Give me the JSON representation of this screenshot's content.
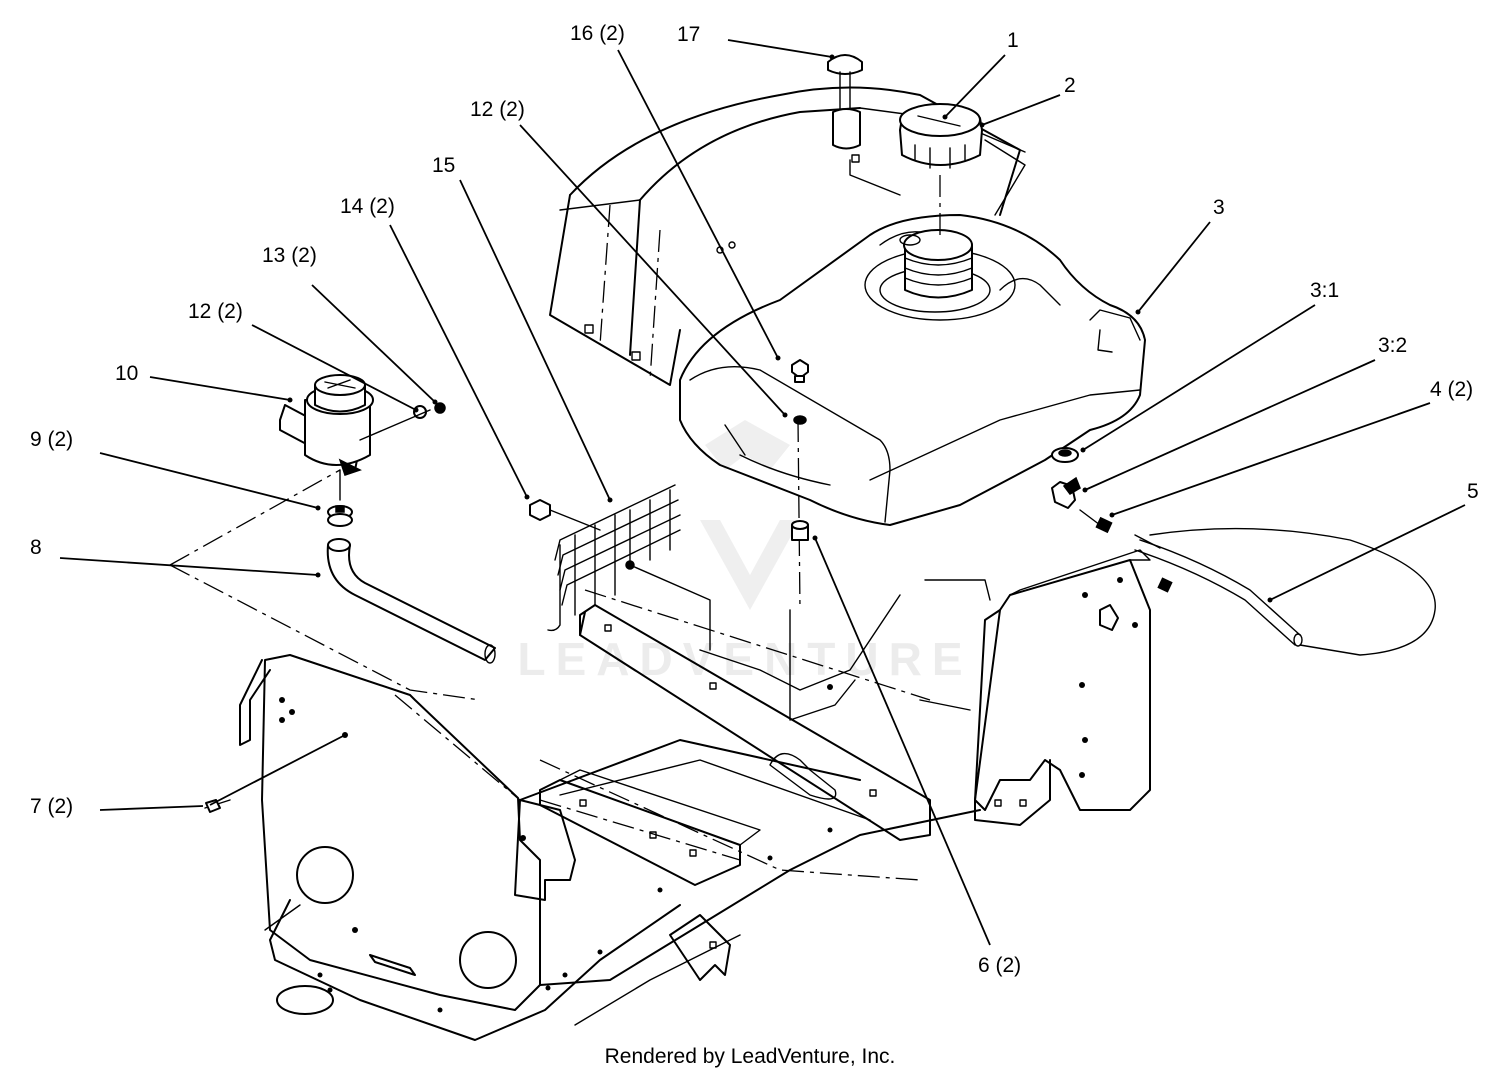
{
  "callouts": {
    "c1": "1",
    "c2": "2",
    "c3": "3",
    "c3_1": "3:1",
    "c3_2": "3:2",
    "c4": "4 (2)",
    "c5": "5",
    "c6": "6 (2)",
    "c7": "7 (2)",
    "c8": "8",
    "c9": "9 (2)",
    "c10": "10",
    "c12a": "12 (2)",
    "c12b": "12 (2)",
    "c13": "13 (2)",
    "c14": "14 (2)",
    "c15": "15",
    "c16": "16 (2)",
    "c17": "17"
  },
  "watermark": "LEADVENTURE",
  "footer": "Rendered by LeadVenture, Inc.",
  "colors": {
    "line": "#000000",
    "background": "#ffffff",
    "watermark": "#ececec"
  }
}
